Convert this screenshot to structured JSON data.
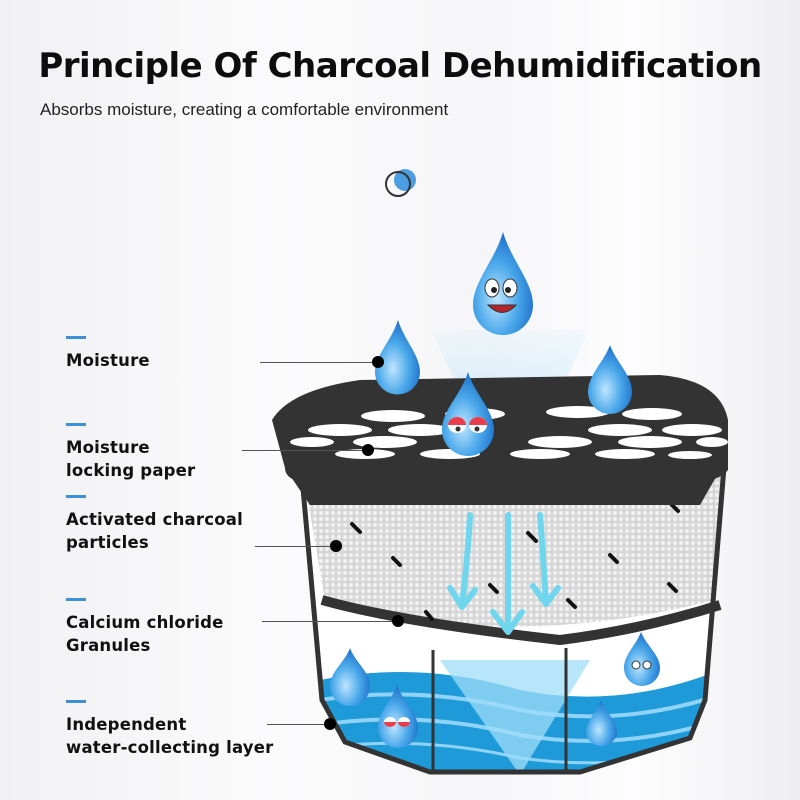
{
  "header": {
    "title": "Principle Of Charcoal Dehumidification",
    "subtitle": "Absorbs moisture, creating a comfortable environment"
  },
  "labels": [
    {
      "id": "moisture",
      "lines": [
        "Moisture"
      ]
    },
    {
      "id": "moisture-locking-paper",
      "lines": [
        "Moisture",
        "locking paper"
      ]
    },
    {
      "id": "activated-charcoal",
      "lines": [
        "Activated charcoal",
        "particles"
      ]
    },
    {
      "id": "calcium-chloride",
      "lines": [
        "Calcium chloride",
        "Granules"
      ]
    },
    {
      "id": "water-collecting-layer",
      "lines": [
        "Independent",
        "water-collecting layer"
      ]
    }
  ],
  "colors": {
    "accent": "#3d8fd6",
    "lid": "#333333",
    "water": "#1e9ad8",
    "drop": "#2f8ee0",
    "mesh": "#c9c9c9"
  },
  "icons": [
    "water-drop-icon",
    "happy-drop-icon",
    "sleepy-drop-icon",
    "crying-drop-icon",
    "down-arrow-icon",
    "bubble-icon"
  ]
}
